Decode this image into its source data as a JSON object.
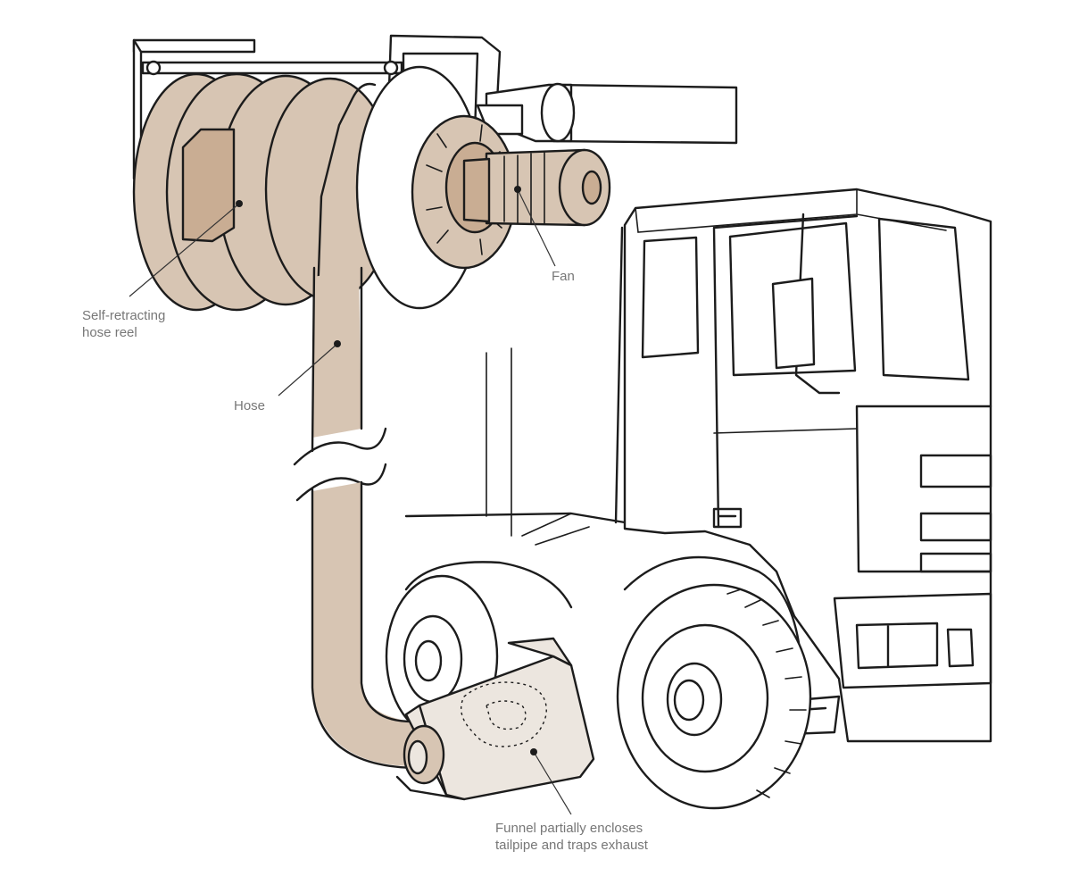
{
  "colors": {
    "ink": "#1c1c1c",
    "tan": "#d7c5b3",
    "tan_dark": "#c9ad93",
    "funnel": "#ece6df",
    "label": "#777777"
  },
  "labels": {
    "reel": [
      "Self-retracting",
      "hose reel"
    ],
    "fan": "Fan",
    "hose": "Hose",
    "funnel": [
      "Funnel partially encloses",
      "tailpipe and traps exhaust"
    ]
  }
}
